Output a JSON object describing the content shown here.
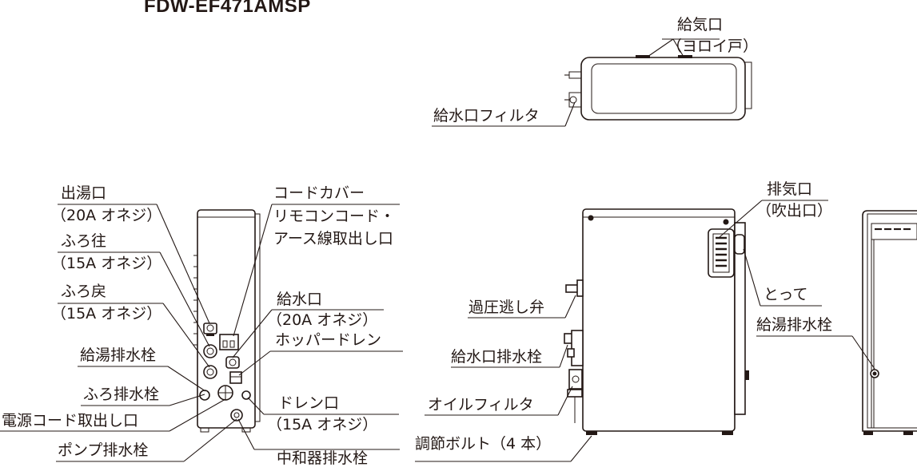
{
  "model": "FDW-EF471AMSP",
  "labels": {
    "top_air_intake": "給気口",
    "top_air_intake_note": "（ヨロイ戸）",
    "top_water_filter": "給水口フィルタ",
    "hot_water_outlet": "出湯口",
    "hot_water_outlet_note": "（20A オネジ）",
    "bath_out": "ふろ往",
    "bath_out_note": "（15A オネジ）",
    "bath_return": "ふろ戻",
    "bath_return_note": "（15A オネジ）",
    "hot_water_drain_plug_left": "給湯排水栓",
    "bath_drain_plug": "ふろ排水栓",
    "power_cord_outlet": "電源コード取出し口",
    "pump_drain_plug": "ポンプ排水栓",
    "cord_cover": "コードカバー",
    "remote_cord_line1": "リモコンコード・",
    "remote_cord_line2": "アース線取出し口",
    "water_inlet": "給水口",
    "water_inlet_note": "（20A オネジ）",
    "hopper_drain": "ホッパードレン",
    "drain_port": "ドレン口",
    "drain_port_note": "（15A オネジ）",
    "neutralizer_drain_plug": "中和器排水栓",
    "exhaust_port": "排気口",
    "exhaust_port_note": "（吹出口）",
    "handle": "とって",
    "relief_valve": "過圧逃し弁",
    "water_inlet_drain_plug": "給水口排水栓",
    "oil_filter": "オイルフィルタ",
    "adjust_bolt": "調節ボルト（4 本）",
    "hot_water_drain_plug_right": "給湯排水栓"
  }
}
